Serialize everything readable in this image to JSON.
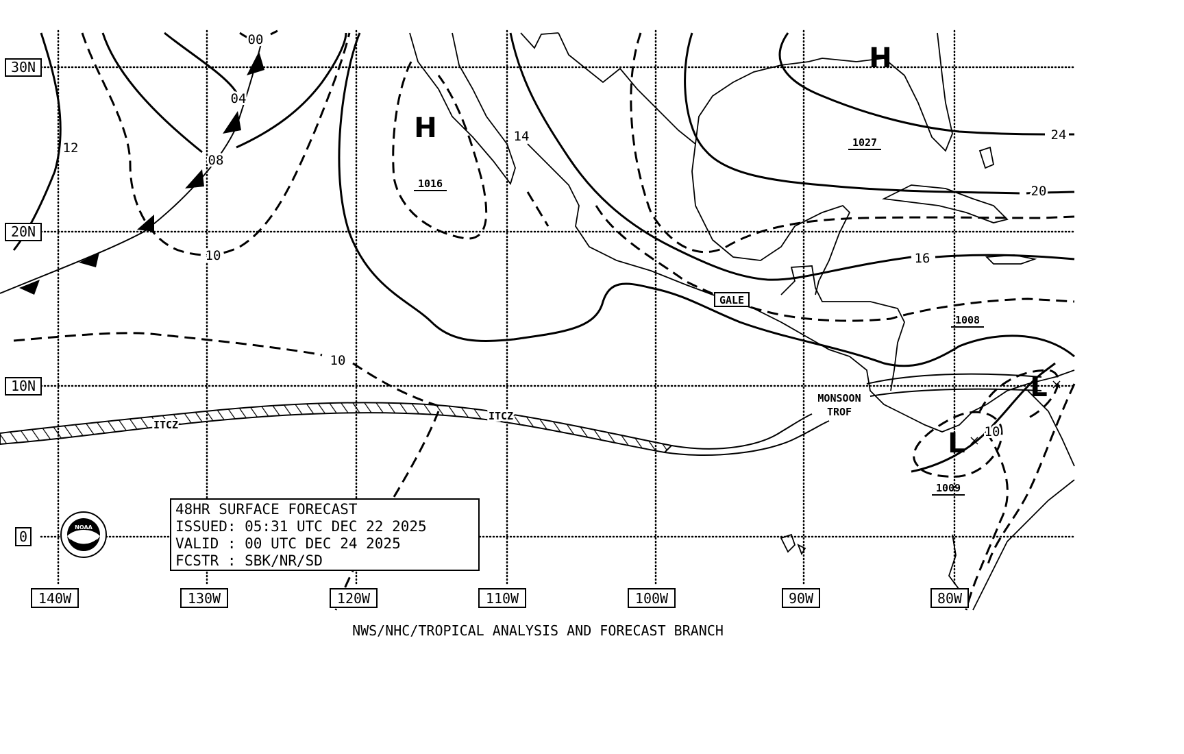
{
  "map": {
    "lat_labels": [
      "30N",
      "20N",
      "10N",
      "0"
    ],
    "lon_labels": [
      "140W",
      "130W",
      "120W",
      "110W",
      "100W",
      "90W",
      "80W"
    ],
    "isobar_labels": [
      "00",
      "04",
      "08",
      "12",
      "10",
      "14",
      "24",
      "20",
      "16",
      "10",
      "10"
    ],
    "centers": [
      {
        "type": "H",
        "pressure": "1016"
      },
      {
        "type": "H",
        "pressure": "1027"
      },
      {
        "type": "L",
        "pressure": "1008"
      },
      {
        "type": "L",
        "pressure": "1009"
      }
    ],
    "features": {
      "itcz_1": "ITCZ",
      "itcz_2": "ITCZ",
      "monsoon_1": "MONSOON",
      "monsoon_2": "TROF",
      "gale": "GALE"
    }
  },
  "info_box": {
    "line1": "48HR SURFACE FORECAST",
    "line2": "ISSUED: 05:31 UTC DEC 22 2025",
    "line3": "VALID : 00 UTC DEC 24 2025",
    "line4": "FCSTR : SBK/NR/SD"
  },
  "logo_text": "NOAA",
  "footer": "NWS/NHC/TROPICAL ANALYSIS AND FORECAST BRANCH"
}
